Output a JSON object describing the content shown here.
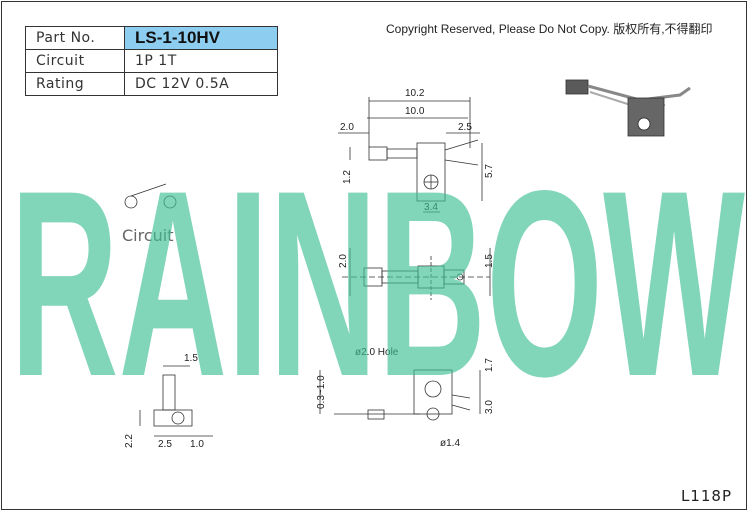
{
  "spec_table": [
    {
      "label": "Part No.",
      "value": "LS-1-10HV",
      "highlight": true
    },
    {
      "label": "Circuit",
      "value": "1P 1T",
      "highlight": false
    },
    {
      "label": "Rating",
      "value": "DC 12V 0.5A",
      "highlight": false
    }
  ],
  "copyright": "Copyright Reserved, Please Do Not Copy. 版权所有,不得翻印",
  "watermark": "RAINBOW",
  "circuit_label": "Circuit",
  "dimensions": {
    "top_width_outer": "10.2",
    "top_width_inner": "10.0",
    "top_left": "2.0",
    "top_right": "2.5",
    "top_height": "1.2",
    "top_side": "5.7",
    "top_hole": "3.4",
    "mid_height": "2.0",
    "mid_side": "1.5",
    "side_top": "1.5",
    "side_height": "2.2",
    "side_w1": "2.5",
    "side_w2": "1.0",
    "hole_label": "ø2.0 Hole",
    "br_top": "1.7",
    "br_left": "0.3~1.0",
    "br_right": "3.0",
    "br_pin": "ø1.4"
  },
  "model_code": "L118P"
}
